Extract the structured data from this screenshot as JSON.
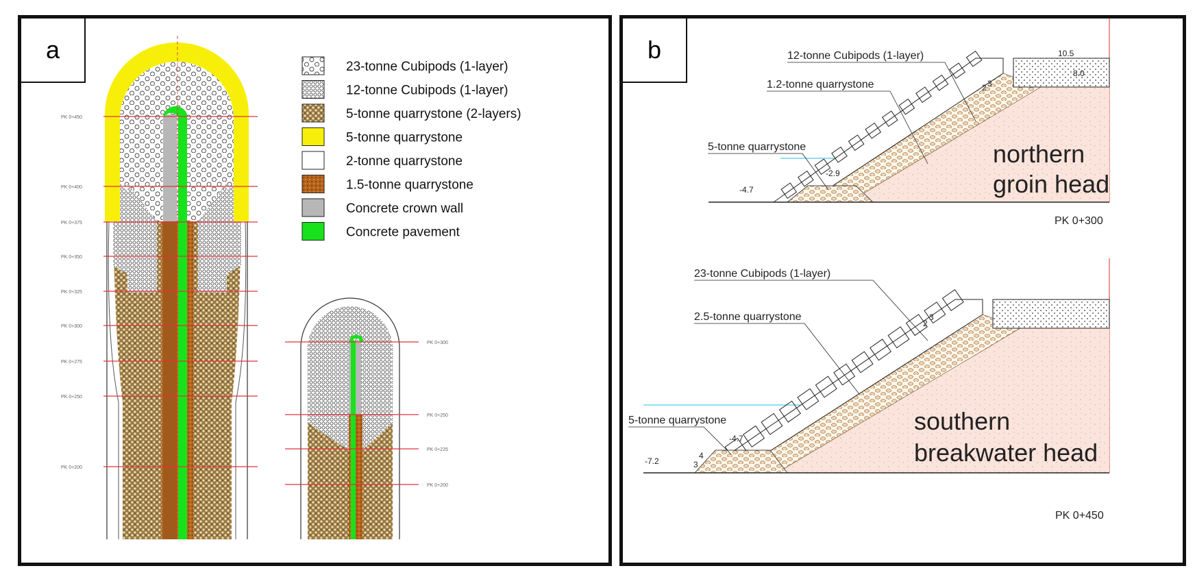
{
  "panel_a": {
    "tag": "a",
    "legend": [
      {
        "label": "23-tonne Cubipods (1-layer)",
        "swatch": "cubipod23"
      },
      {
        "label": "12-tonne Cubipods (1-layer)",
        "swatch": "cubipod12"
      },
      {
        "label": "5-tonne quarrystone (2-layers)",
        "swatch": "quarry5x2"
      },
      {
        "label": "5-tonne quarrystone",
        "swatch": "yellow"
      },
      {
        "label": "2-tonne quarrystone",
        "swatch": "white"
      },
      {
        "label": "1.5-tonne quarrystone",
        "swatch": "orange"
      },
      {
        "label": "Concrete crown wall",
        "swatch": "grey"
      },
      {
        "label": "Concrete pavement",
        "swatch": "green"
      }
    ],
    "big_pk": [
      "PK 0+450",
      "PK 0+400",
      "PK 0+375",
      "PK 0+350",
      "PK 0+325",
      "PK 0+300",
      "PK 0+275",
      "PK 0+250",
      "PK 0+200"
    ],
    "small_pk": [
      "PK 0+300",
      "PK 0+250",
      "PK 0+225",
      "PK 0+200"
    ],
    "colors": {
      "yellow": "#f7ef0a",
      "green": "#18e21b",
      "grey": "#b7b7b7",
      "orange": "#b5631b",
      "brown": "#8f6f3f",
      "redline": "#e2323e"
    }
  },
  "panel_b": {
    "tag": "b",
    "north": {
      "labels": [
        "12-tonne Cubipods (1-layer)",
        "1.2-tonne quarrystone",
        "5-tonne quarrystone"
      ],
      "elev_top": "10.5",
      "elev_mid": "8.0",
      "elev_toe": "-2.9",
      "elev_base": "-4.7",
      "slope_h": "3",
      "slope_v": "2",
      "title_line1": "northern",
      "title_line2": "groin head",
      "pk": "PK 0+300"
    },
    "south": {
      "labels": [
        "23-tonne Cubipods (1-layer)",
        "2.5-tonne quarrystone",
        "5-tonne quarrystone"
      ],
      "elev_toe": "-4.7",
      "elev_base": "-7.2",
      "slope_h": "3",
      "slope_v": "2",
      "toe_slope_h": "4",
      "toe_slope_v": "3",
      "title_line1": "southern",
      "title_line2": "breakwater head",
      "pk": "PK 0+450"
    },
    "colors": {
      "core": "#fbe4dc",
      "water": "#8fdff0",
      "line": "#222222",
      "red": "#d9534f"
    }
  }
}
